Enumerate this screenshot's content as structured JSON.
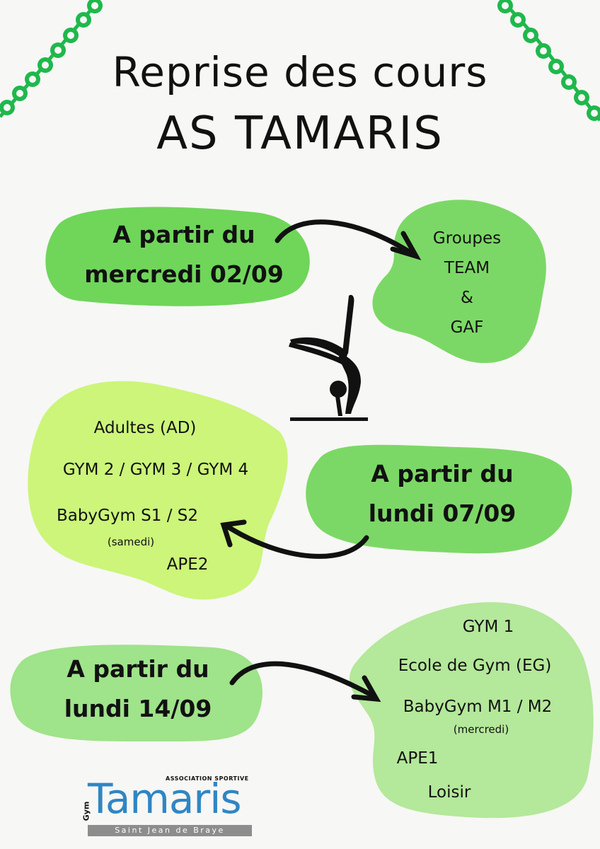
{
  "header": {
    "title_line1": "Reprise des cours",
    "title_line2": "AS TAMARIS"
  },
  "colors": {
    "blob1": "#6fd65a",
    "blob2": "#7cd866",
    "blob3": "#ccf57a",
    "blob4": "#7cd866",
    "blob5": "#9fe38a",
    "blob6": "#b4e89a",
    "garland": "#1fb84c",
    "logo_blue": "#2f86c4"
  },
  "section1": {
    "date_line1": "A partir du",
    "date_line2": "mercredi 02/09",
    "groups": [
      "Groupes",
      "TEAM",
      "&",
      "GAF"
    ]
  },
  "section2": {
    "date_line1": "A partir du",
    "date_line2": "lundi 07/09",
    "groups": {
      "g1": "Adultes (AD)",
      "g2": "GYM 2 / GYM 3 / GYM 4",
      "g3": "BabyGym S1 / S2",
      "g3_note": "(samedi)",
      "g4": "APE2"
    }
  },
  "section3": {
    "date_line1": "A partir du",
    "date_line2": "lundi 14/09",
    "groups": {
      "g1": "GYM 1",
      "g2": "Ecole de Gym (EG)",
      "g3": "BabyGym M1 / M2",
      "g3_note": "(mercredi)",
      "g4": "APE1",
      "g5": "Loisir"
    }
  },
  "logo": {
    "association": "ASSOCIATION SPORTIVE",
    "gym": "Gym",
    "name": "Tamaris",
    "city": "Saint Jean de Braye"
  }
}
